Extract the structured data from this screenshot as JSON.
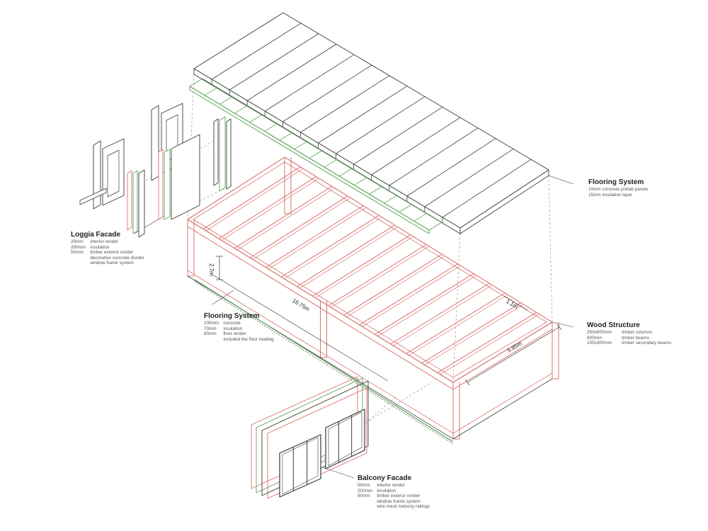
{
  "labels": {
    "flooring_top": {
      "title": "Flooring System",
      "lines": [
        "10mm concrete prefab panels",
        "15mm insulation layer"
      ]
    },
    "loggia": {
      "title": "Loggia Facade",
      "rows": [
        {
          "v": "20mm",
          "t": "interior render"
        },
        {
          "v": "200mm",
          "t": "insulation"
        },
        {
          "v": "50mm",
          "t": "timber exterior render"
        },
        {
          "v": "",
          "t": "decorative concrete divider"
        },
        {
          "v": "",
          "t": "window frame system"
        }
      ]
    },
    "flooring_bottom": {
      "title": "Flooring System",
      "rows": [
        {
          "v": "100mm",
          "t": "concrete"
        },
        {
          "v": "70mm",
          "t": "insulation"
        },
        {
          "v": "80mm",
          "t": "floor render"
        },
        {
          "v": "",
          "t": "included the floor heating"
        }
      ]
    },
    "wood": {
      "title": "Wood Structure",
      "rows": [
        {
          "v": "250x600mm",
          "t": "timber columns"
        },
        {
          "v": "600mm",
          "t": "timber beams"
        },
        {
          "v": "150x300mm",
          "t": "timber secondary beams"
        }
      ]
    },
    "balcony": {
      "title": "Balcony Facade",
      "rows": [
        {
          "v": "50mm",
          "t": "interior render"
        },
        {
          "v": "200mm",
          "t": "insulation"
        },
        {
          "v": "80mm",
          "t": "timber exterior render"
        },
        {
          "v": "",
          "t": "window frame system"
        },
        {
          "v": "",
          "t": "wire mesh balcony railings"
        }
      ]
    }
  },
  "dimensions": {
    "height": "2.7m",
    "length": "16.75m",
    "beam": "1.1m",
    "width": "5.85m"
  },
  "colors": {
    "line": "#3a3a3a",
    "structure": "#d9736f",
    "insulation": "#5fa35a",
    "guide": "#888888"
  }
}
